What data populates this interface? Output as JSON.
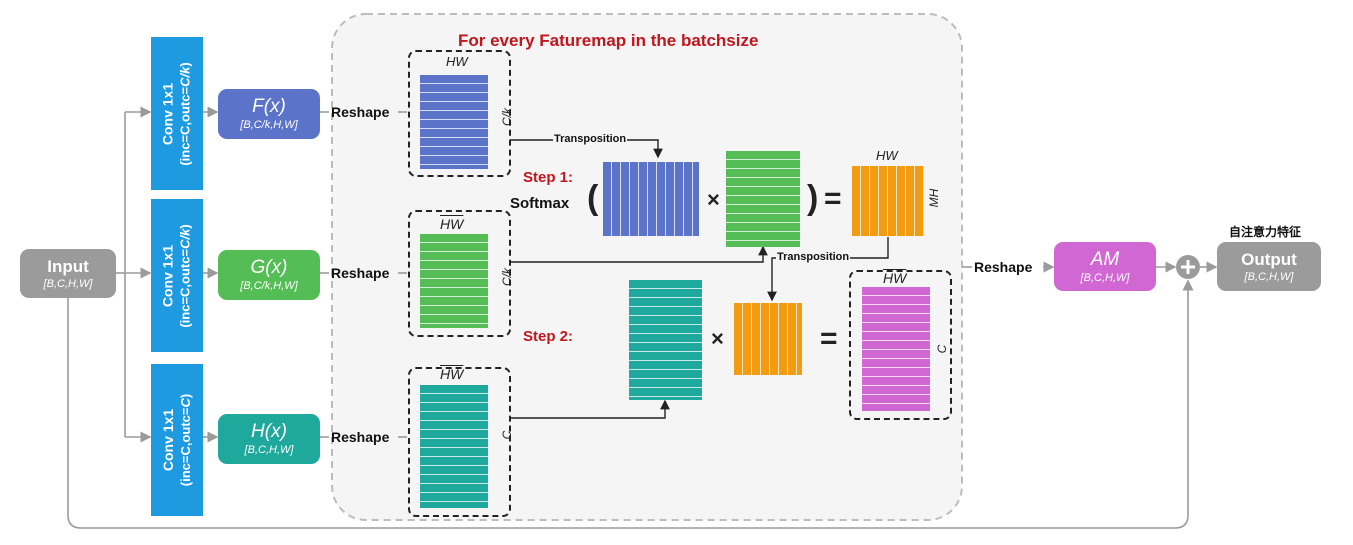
{
  "title": "For every Faturemap in the batchsize",
  "input": {
    "label": "Input",
    "shape": "[B,C,H,W]"
  },
  "output": {
    "label": "Output",
    "shape": "[B,C,H,W]",
    "caption": "自注意力特征"
  },
  "convs": [
    {
      "line1": "Conv 1x1",
      "line2_prefix": "(inc=C,outc=",
      "line2_var": "C/k",
      "line2_suffix": ")"
    },
    {
      "line1": "Conv 1x1",
      "line2_prefix": "(inc=C,outc=",
      "line2_var": "C/k",
      "line2_suffix": ")"
    },
    {
      "line1": "Conv 1x1",
      "line2_prefix": "(inc=C,outc=",
      "line2_var": "C",
      "line2_suffix": ")"
    }
  ],
  "funcs": [
    {
      "name": "F(x)",
      "shape": "[B,C/k,H,W]",
      "color": "#5b73c9"
    },
    {
      "name": "G(x)",
      "shape": "[B,C/k,H,W]",
      "color": "#55bd55"
    },
    {
      "name": "H(x)",
      "shape": "[B,C,H,W]",
      "color": "#1fa99c"
    }
  ],
  "reshape_label": "Reshape",
  "hw_label": "HW",
  "ck_label": "C/k",
  "c_label": "C",
  "mh_label": "MH",
  "transposition_label": "Transposition",
  "step1_label": "Step 1:",
  "step2_label": "Step 2:",
  "softmax_label": "Softmax",
  "symbols": {
    "open_paren": "(",
    "close_paren": ")",
    "times": "×",
    "equals": "="
  },
  "am": {
    "name": "AM",
    "shape": "[B,C,H,W]"
  },
  "colors": {
    "blue": "#5b73c9",
    "green": "#55bd55",
    "teal": "#1fa99c",
    "orange": "#f39c12",
    "pink": "#d067d3",
    "conv": "#1e9be0",
    "grey": "#9b9b9b",
    "red": "#c0161d"
  }
}
